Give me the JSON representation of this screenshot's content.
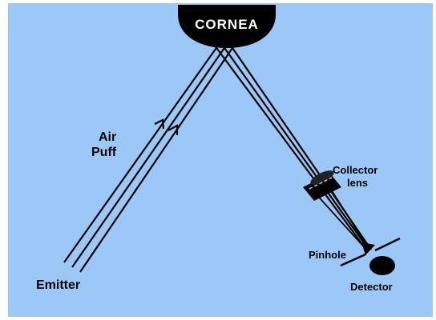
{
  "labels": {
    "cornea": "CORNEA",
    "air": "Air",
    "puff": "Puff",
    "emitter": "Emitter",
    "collector_line1": "Collector",
    "collector_line2": "lens",
    "pinhole": "Pinhole",
    "detector": "Detector"
  },
  "colors": {
    "background": "#9cc8f8",
    "frame": "#ffffff",
    "ink": "#000000",
    "cornea_text": "#ffffff"
  }
}
